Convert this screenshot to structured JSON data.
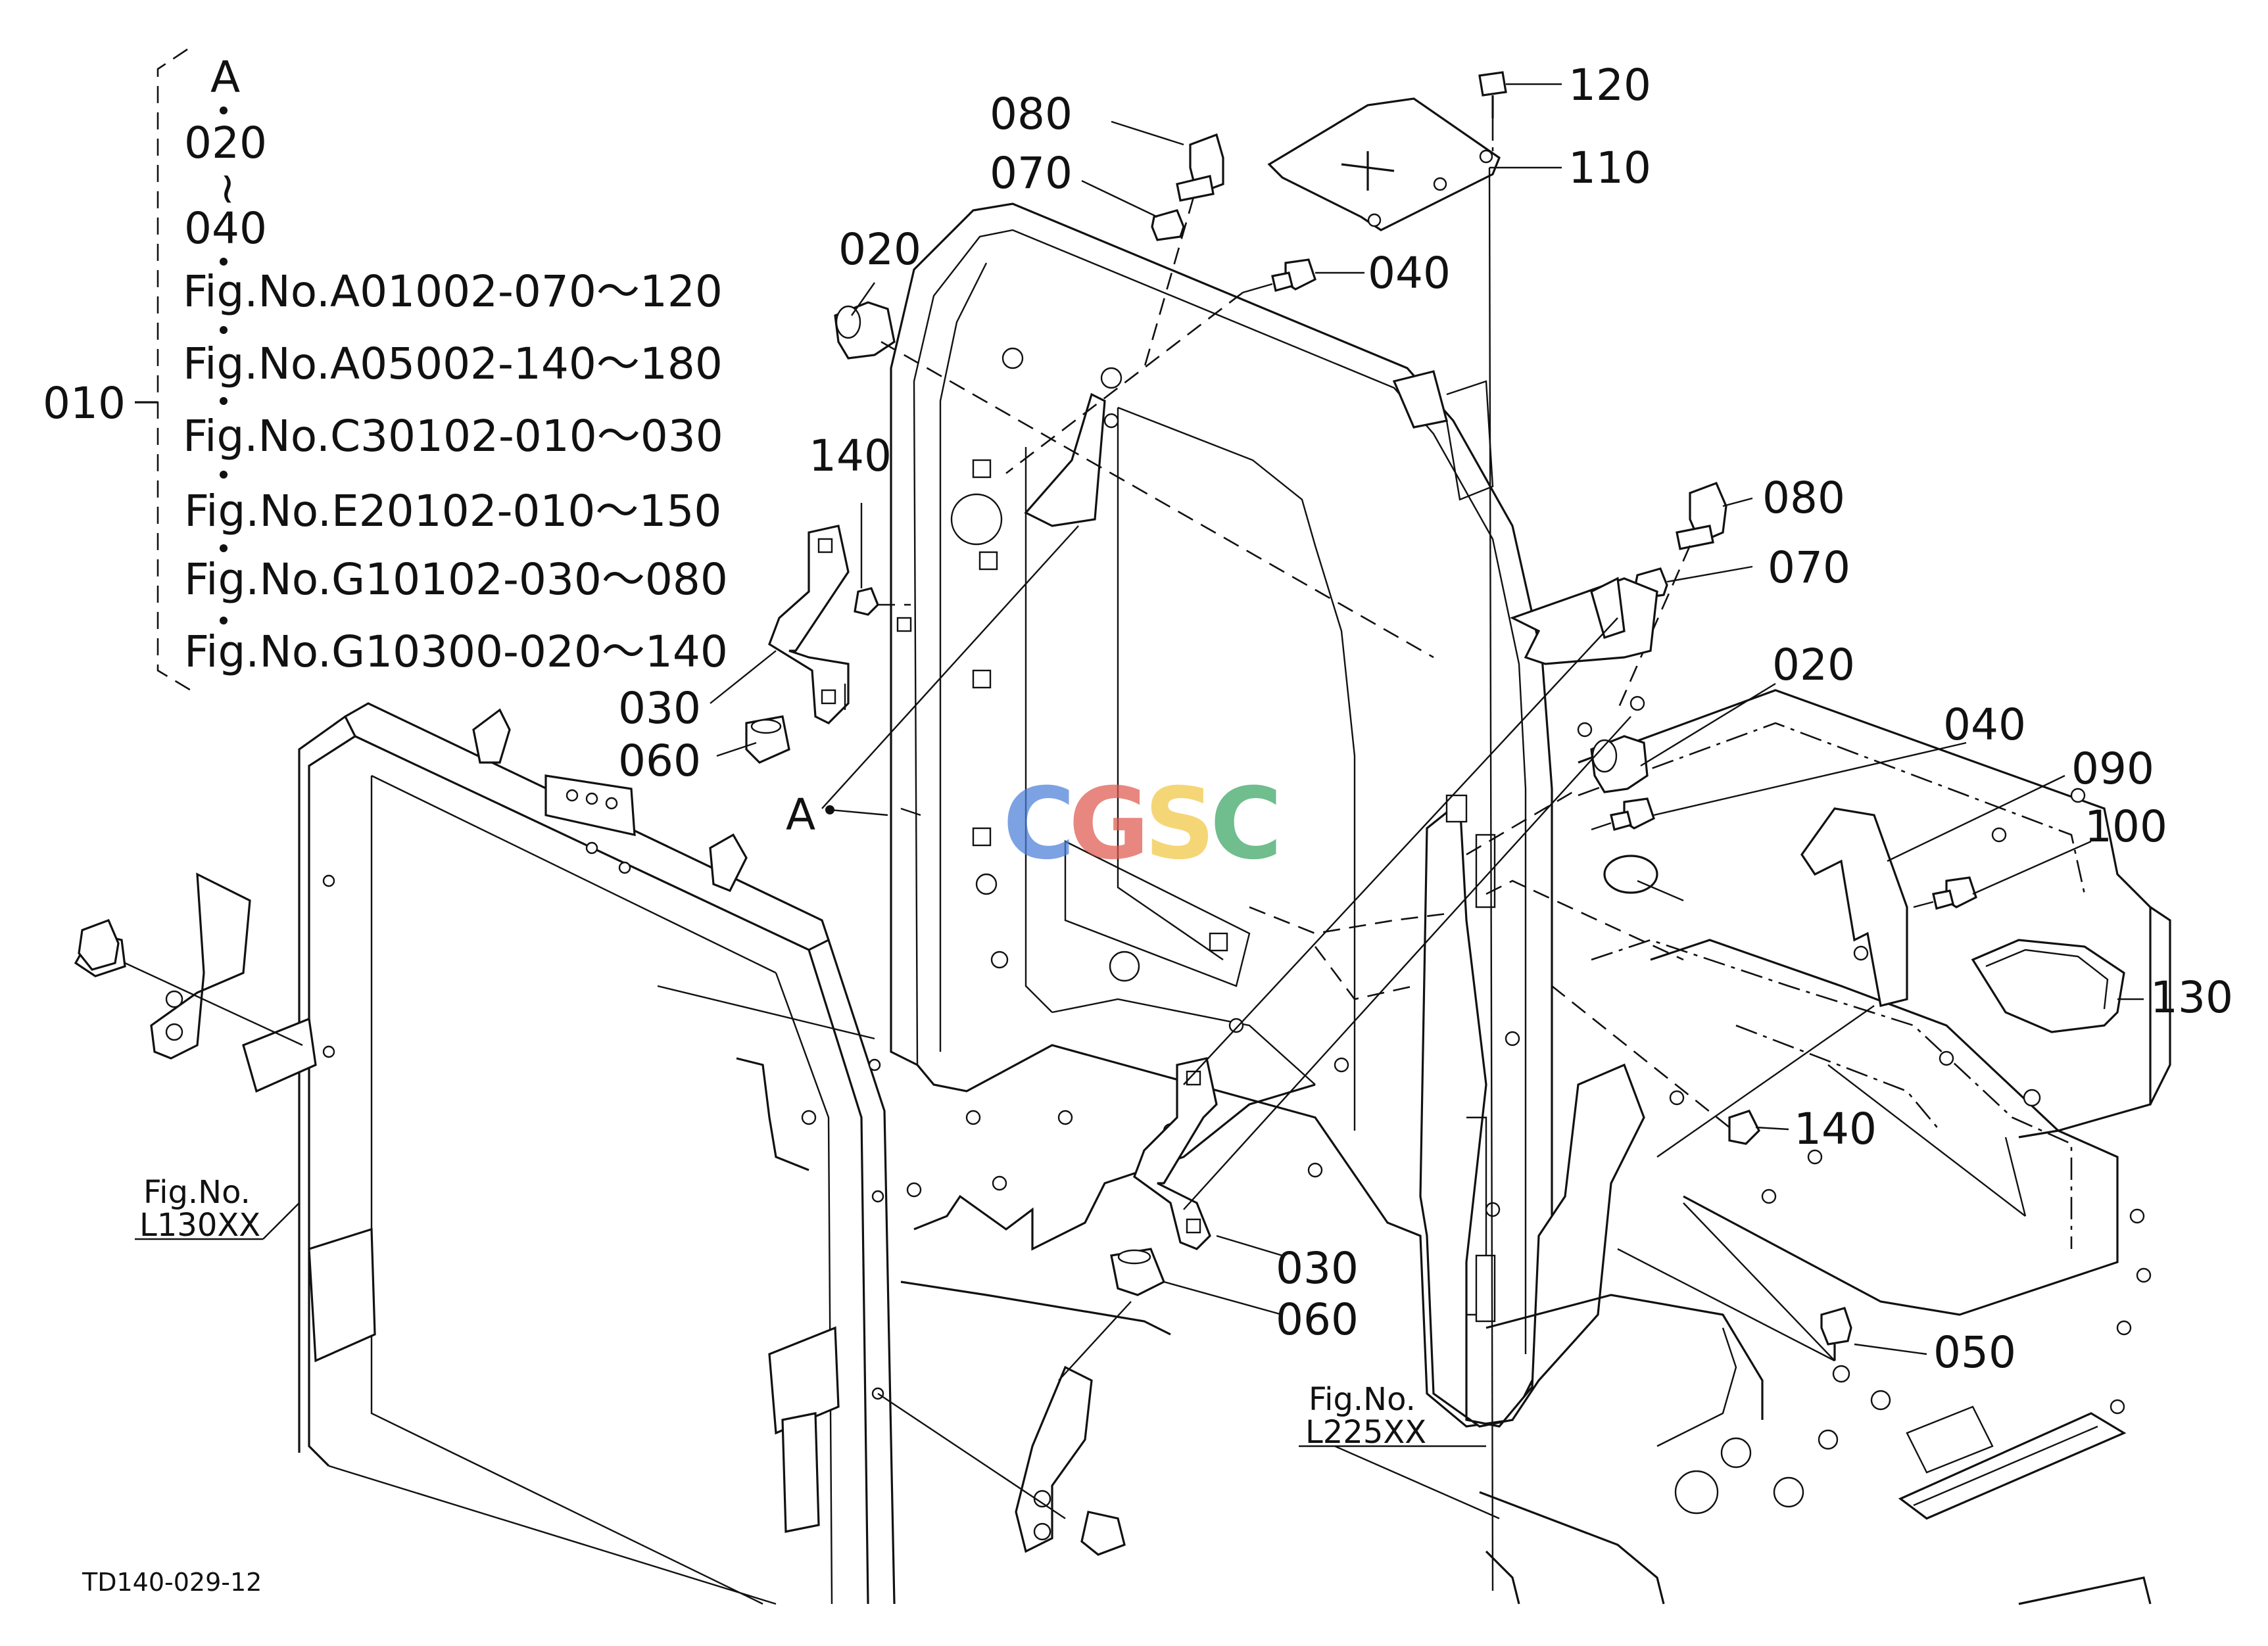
{
  "diagram": {
    "drawing_number": "TD140-029-12",
    "watermark": {
      "letters": [
        "C",
        "G",
        "S",
        "C"
      ],
      "colors": [
        "#4a7fd9",
        "#e05a4f",
        "#f2c744",
        "#3aa564"
      ]
    },
    "group_label": "010",
    "legend": {
      "marker": "A",
      "range_start": "020",
      "range_sep": "~",
      "range_end": "040",
      "fig_refs": [
        "Fig.No.A01002-070～120",
        "Fig.No.A05002-140～180",
        "Fig.No.C30102-010～030",
        "Fig.No.E20102-010～150",
        "Fig.No.G10102-030～080",
        "Fig.No.G10300-020～140"
      ]
    },
    "assembly_marker": "A",
    "fig_refs_external": {
      "left": {
        "line1": "Fig.No.",
        "line2": "L130XX"
      },
      "bottom": {
        "line1": "Fig.No.",
        "line2": "L225XX"
      }
    },
    "callouts": {
      "c120": "120",
      "c110": "110",
      "c080_top": "080",
      "c070_top": "070",
      "c020_top": "020",
      "c040_top": "040",
      "c140_left": "140",
      "c080_right": "080",
      "c070_right": "070",
      "c020_right": "020",
      "c040_right": "040",
      "c090": "090",
      "c100": "100",
      "c130": "130",
      "c140_right": "140",
      "c030_left": "030",
      "c060_left": "060",
      "c030_bottom": "030",
      "c060_bottom": "060",
      "c050": "050"
    }
  }
}
